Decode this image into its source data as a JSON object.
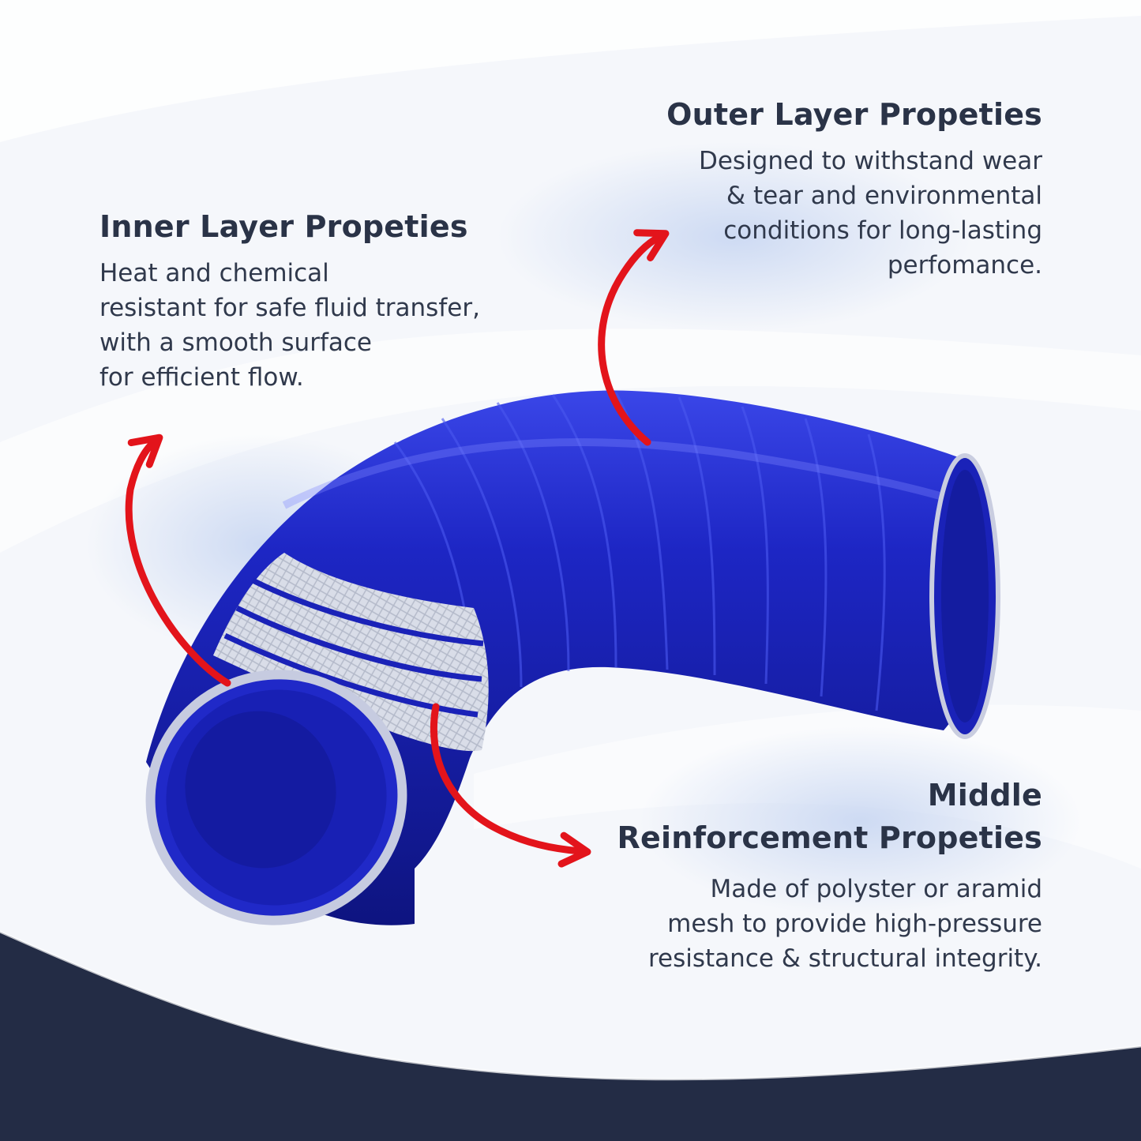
{
  "colors": {
    "hose_blue": "#1a22b8",
    "arrow_red": "#e3141b",
    "navy_band": "#232c45",
    "text_dark": "#2a3347"
  },
  "inner": {
    "title": "Inner Layer Propeties",
    "body": "Heat and chemical\nresistant for safe fluid transfer,\nwith a smooth surface\nfor efficient flow."
  },
  "outer": {
    "title": "Outer Layer Propeties",
    "body": "Designed to withstand wear\n& tear and environmental\nconditions for long-lasting\nperfomance."
  },
  "middle": {
    "title": "Middle\nReinforcement Propeties",
    "body": "Made of polyster or aramid\nmesh to provide high-pressure\nresistance & structural integrity."
  }
}
